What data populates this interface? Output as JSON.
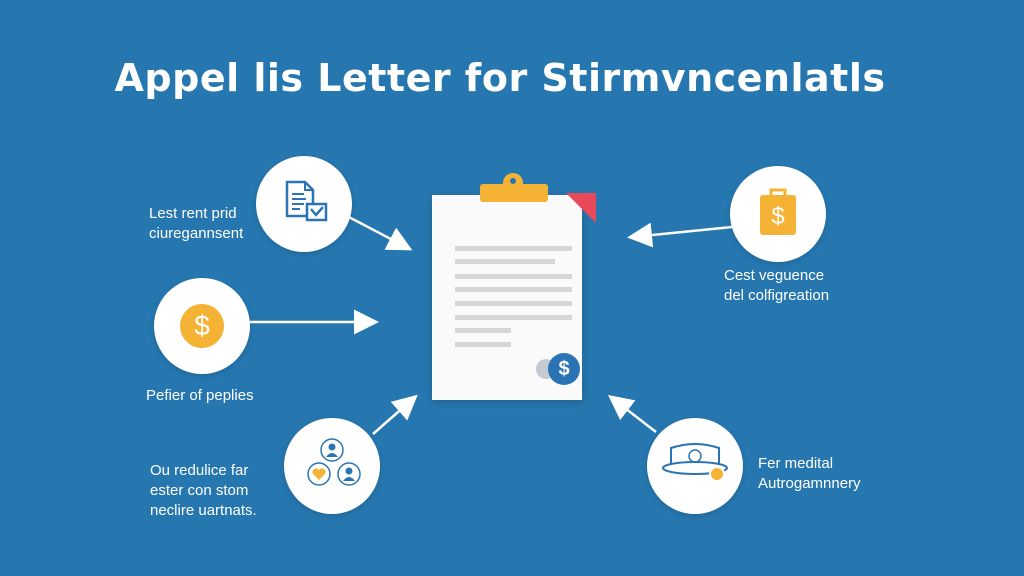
{
  "title": "Appel lis Letter for Stirmvncenlatls",
  "center": {
    "icon": "clipboard-document-icon",
    "badge_symbol": "$",
    "colors": {
      "clip": "#f5b335",
      "corner": "#e84a5a",
      "badge": "#2b74b3"
    }
  },
  "nodes": [
    {
      "id": "top-left",
      "icon": "document-check-icon",
      "label_lines": [
        "Lest rent prid",
        "ciuregannsent"
      ]
    },
    {
      "id": "middle-left",
      "icon": "dollar-coin-icon",
      "label_lines": [
        "Pefier of peplies"
      ]
    },
    {
      "id": "bottom-left",
      "icon": "people-network-icon",
      "label_lines": [
        "Ou redulice far",
        "ester con stom",
        "neclire uartnats."
      ]
    },
    {
      "id": "top-right",
      "icon": "money-bag-icon",
      "label_lines": [
        "Cest veguence",
        "del colfigreation"
      ]
    },
    {
      "id": "bottom-right",
      "icon": "medical-hat-icon",
      "label_lines": [
        "Fer medital",
        "Autrogamnnery"
      ]
    }
  ],
  "symbols": {
    "dollar": "$"
  },
  "colors": {
    "background": "#2677b0",
    "accent": "#f5b335",
    "icon_stroke": "#2b74b3"
  }
}
